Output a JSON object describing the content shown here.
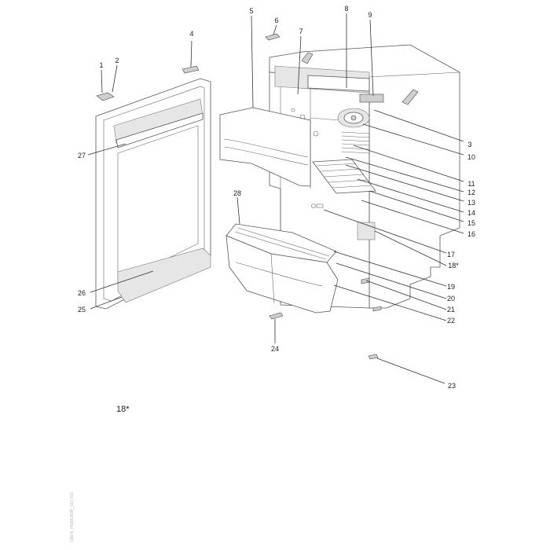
{
  "callouts": [
    {
      "text": "1"
    },
    {
      "text": "2"
    },
    {
      "text": "4"
    },
    {
      "text": "5"
    },
    {
      "text": "6"
    },
    {
      "text": "7"
    },
    {
      "text": "8"
    },
    {
      "text": "9"
    },
    {
      "text": "27"
    },
    {
      "text": "3"
    },
    {
      "text": "10"
    },
    {
      "text": "11"
    },
    {
      "text": "12"
    },
    {
      "text": "13"
    },
    {
      "text": "14"
    },
    {
      "text": "15"
    },
    {
      "text": "16"
    },
    {
      "text": "28"
    },
    {
      "text": "17"
    },
    {
      "text": "18*"
    },
    {
      "text": "19"
    },
    {
      "text": "20"
    },
    {
      "text": "21"
    },
    {
      "text": "22"
    },
    {
      "text": "26"
    },
    {
      "text": "25"
    },
    {
      "text": "24"
    },
    {
      "text": "23"
    }
  ],
  "footnote": "18*",
  "side_code": "LB876_H098D9SH_010.V03"
}
